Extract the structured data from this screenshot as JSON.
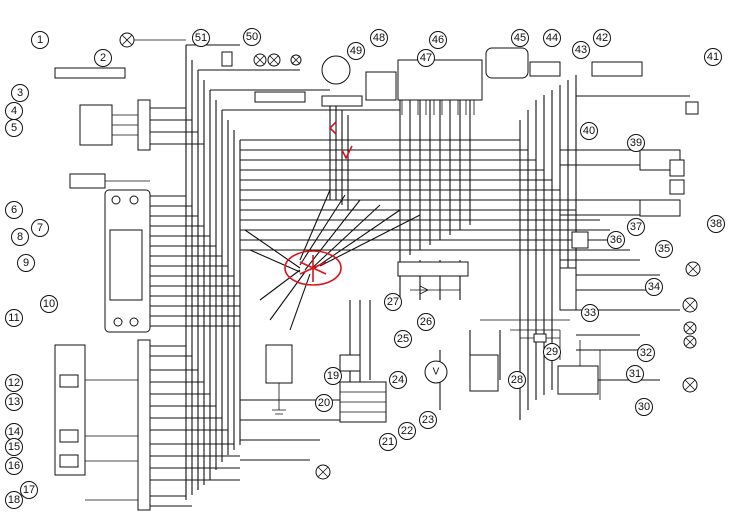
{
  "callouts": [
    "1",
    "2",
    "3",
    "4",
    "5",
    "6",
    "7",
    "8",
    "9",
    "10",
    "11",
    "12",
    "13",
    "14",
    "15",
    "16",
    "17",
    "18",
    "19",
    "20",
    "21",
    "22",
    "23",
    "24",
    "25",
    "26",
    "27",
    "28",
    "29",
    "30",
    "31",
    "32",
    "33",
    "34",
    "35",
    "36",
    "37",
    "38",
    "39",
    "40",
    "41",
    "42",
    "43",
    "44",
    "45",
    "46",
    "47",
    "48",
    "49",
    "50",
    "51"
  ],
  "colors": {
    "wire": "#111111",
    "annotation": "#d8141c",
    "background": "#ffffff"
  }
}
